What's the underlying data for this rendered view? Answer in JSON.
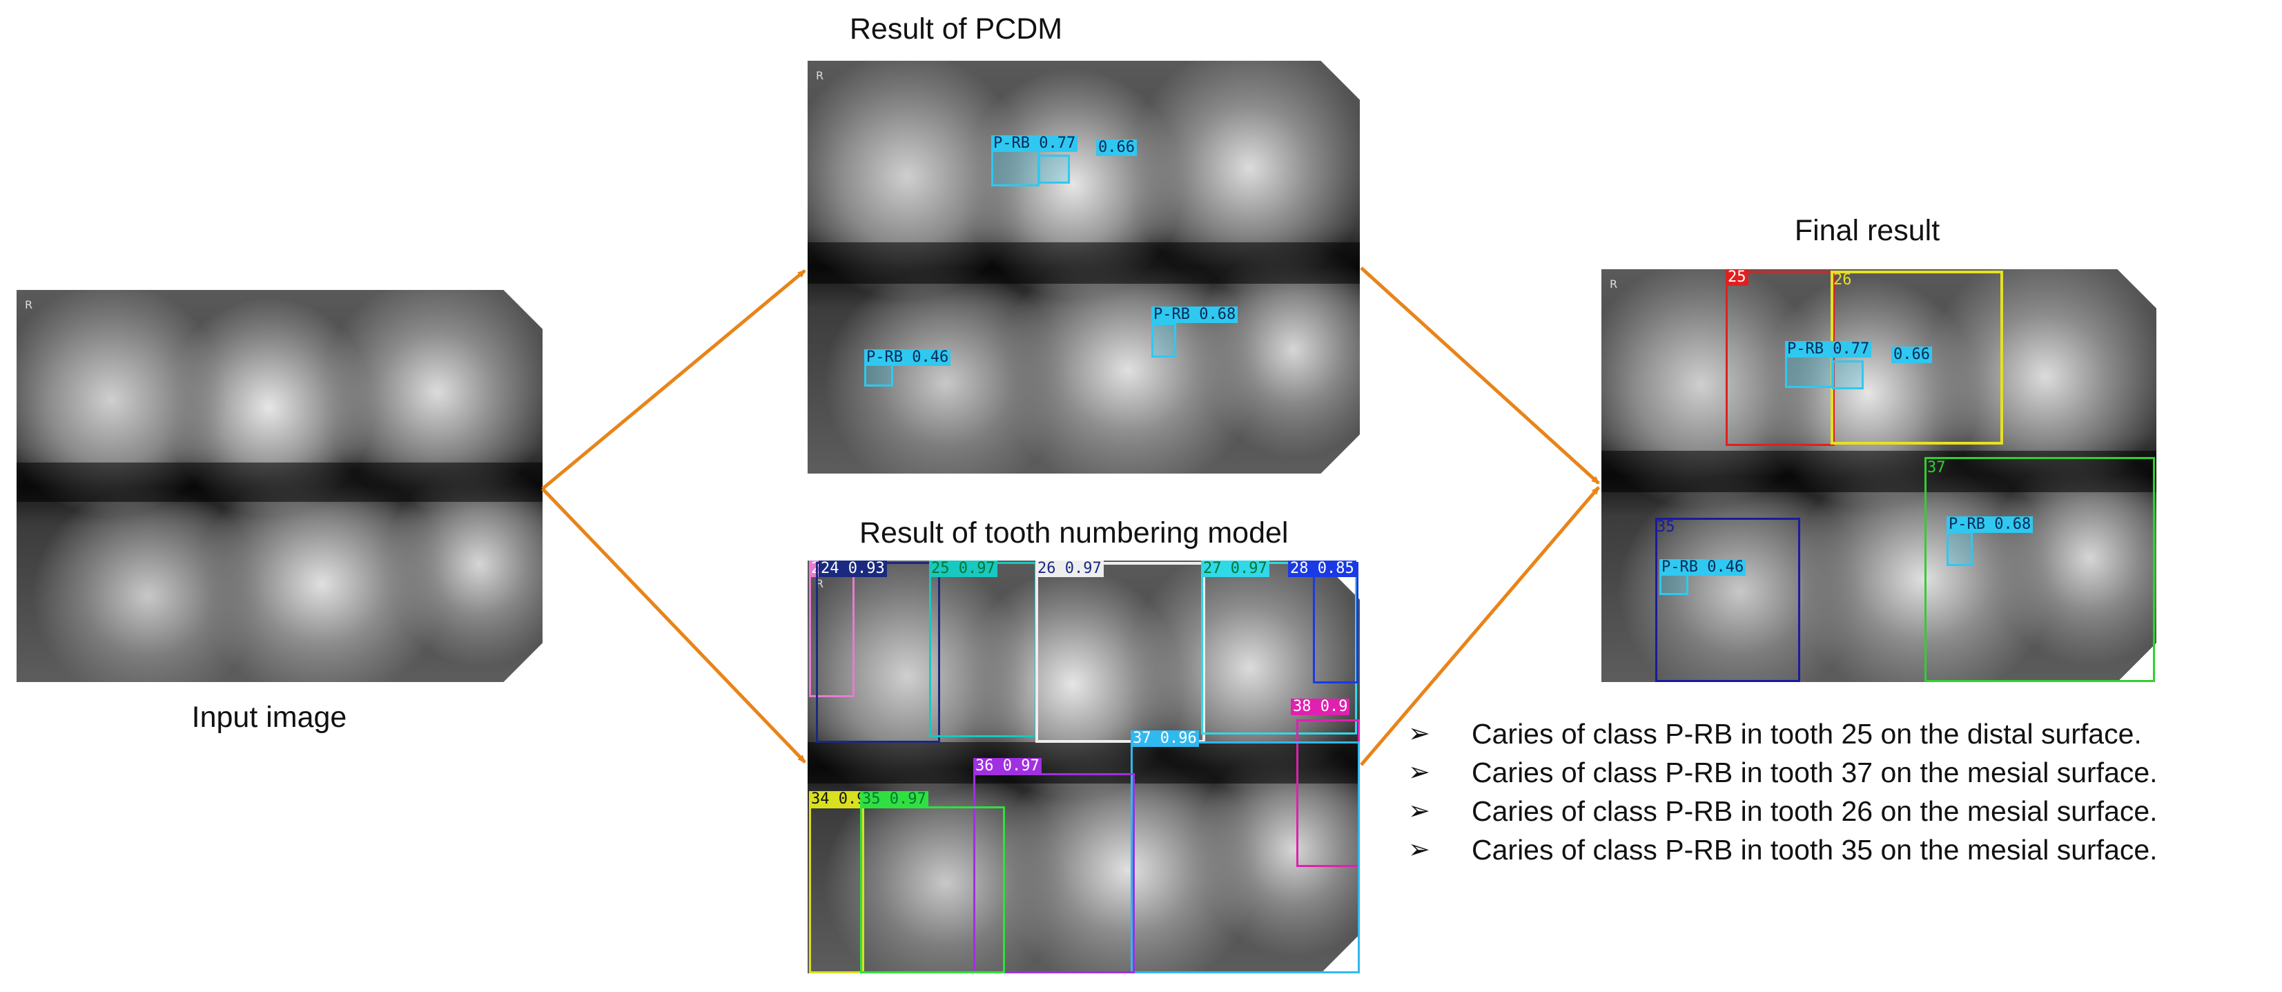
{
  "captions": {
    "input": "Input image",
    "pcdm": "Result of PCDM",
    "numbering": "Result of tooth numbering model",
    "final": "Final result"
  },
  "image_marker": "R",
  "pcdm_labels": {
    "a": "P-RB 0.77",
    "b": "0.66",
    "c": "P-RB 0.68",
    "d": "P-RB 0.46"
  },
  "numbering_labels": {
    "t23": "2",
    "t24": "24 0.93",
    "t25": "25 0.97",
    "t26": "26 0.97",
    "t27": "27 0.97",
    "t28": "28 0.85",
    "t38": "38 0.9",
    "t37": "37 0.96",
    "t36": "36 0.97",
    "t34": "34 0.9",
    "t35": "35 0.97"
  },
  "final_labels": {
    "t25": "25",
    "t26": "26",
    "t37": "37",
    "t35": "35",
    "a": "P-RB 0.77",
    "b": "0.66",
    "c": "P-RB 0.68",
    "d": "P-RB 0.46"
  },
  "bullet_symbol": "➢",
  "findings": [
    "Caries of class  P-RB  in tooth 25 on the distal surface.",
    "Caries of class  P-RB  in tooth 37 on the mesial surface.",
    "Caries of class  P-RB  in tooth 26 on the mesial surface.",
    "Caries of class  P-RB  in tooth 35 on the mesial surface."
  ],
  "colors": {
    "arrow": "#E8841A",
    "caries": "#2FC8F0",
    "t25": "#19C8C0",
    "t26": "#EEEEEE",
    "t24": "#1A2A80",
    "t28": "#1A3AE6",
    "t38": "#E020B0",
    "t36": "#A030E0",
    "t37": "#30B8F0",
    "t34": "#D8E020",
    "t35": "#30E040",
    "final25": "#E02020",
    "final26": "#E8E020",
    "final37": "#30D030",
    "final35": "#1A1AA0"
  }
}
